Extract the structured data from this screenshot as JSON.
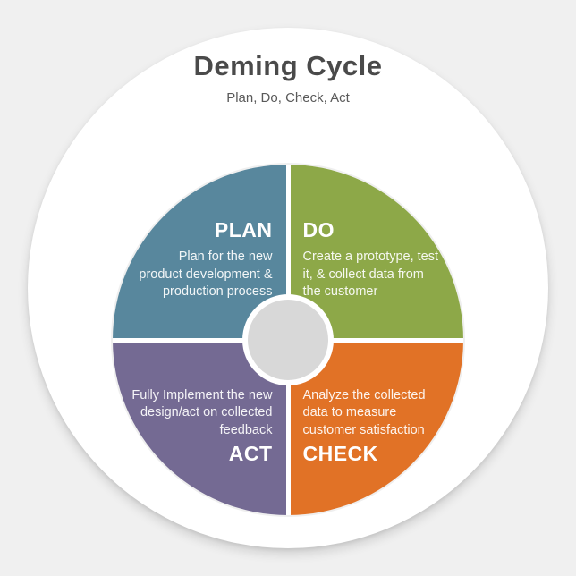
{
  "page": {
    "background_color": "#F0F0F0",
    "sticker_color": "#FFFFFF"
  },
  "header": {
    "title": "Deming Cycle",
    "title_color": "#4A4A4A",
    "subtitle": "Plan, Do, Check, Act",
    "subtitle_color": "#5A5A5A"
  },
  "diagram": {
    "type": "cycle-wheel",
    "center_color": "#D8D8D8",
    "divider_color": "#FFFFFF",
    "quadrants": [
      {
        "id": "plan",
        "position": "top-left",
        "label": "PLAN",
        "description": "Plan for the new\nproduct development &\nproduction process",
        "color": "#58879D"
      },
      {
        "id": "do",
        "position": "top-right",
        "label": "DO",
        "description": "Create a prototype, test\nit, & collect data from\nthe customer",
        "color": "#8DA848"
      },
      {
        "id": "act",
        "position": "bottom-left",
        "label": "ACT",
        "description": "Fully Implement the new\ndesign/act on collected\nfeedback",
        "color": "#746A93"
      },
      {
        "id": "check",
        "position": "bottom-right",
        "label": "CHECK",
        "description": "Analyze the collected\ndata to measure\ncustomer satisfaction",
        "color": "#E17226"
      }
    ]
  }
}
